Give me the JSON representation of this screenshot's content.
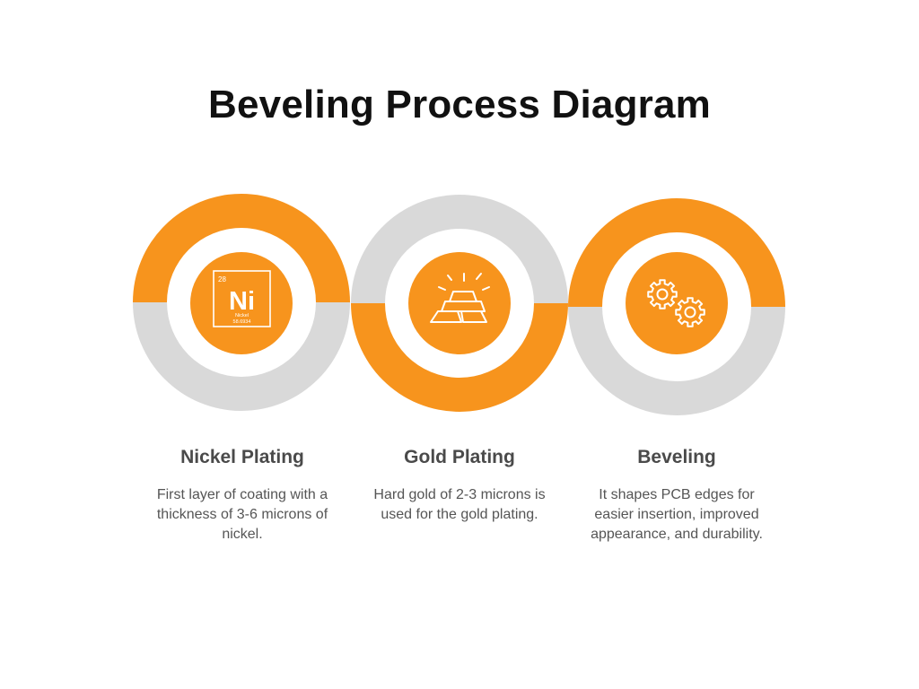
{
  "title": "Beveling Process Diagram",
  "colors": {
    "accent": "#F7941D",
    "ring_gray": "#D9D9D9",
    "icon_stroke": "#FFFFFF",
    "heading": "#4A4A4A",
    "text": "#555555"
  },
  "steps": [
    {
      "heading": "Nickel Plating",
      "description": "First layer of coating with a thickness of 3-6 microns of nickel.",
      "icon": "nickel-element-icon",
      "element": {
        "number": "28",
        "symbol": "Ni",
        "name": "Nickel",
        "mass": "58.6934"
      }
    },
    {
      "heading": "Gold Plating",
      "description": "Hard gold of 2-3 microns is used for the gold plating.",
      "icon": "gold-bars-icon"
    },
    {
      "heading": "Beveling",
      "description": "It shapes PCB edges for easier insertion, improved appearance, and durability.",
      "icon": "gears-icon"
    }
  ]
}
